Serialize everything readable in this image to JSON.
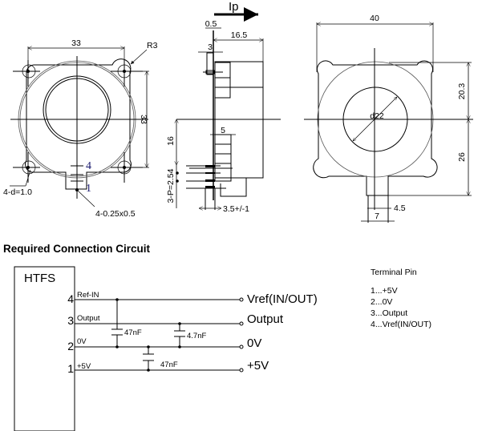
{
  "front_view": {
    "width_dim": "33",
    "height_dim": "33",
    "corner_radius": "R3",
    "hole_note": "4-d=1.0",
    "pin_note": "4-0.25x0.5",
    "pin_top_label": "4",
    "pin_bottom_label": "1"
  },
  "side_view": {
    "current_label": "Ip",
    "thickness_dim": "0.5",
    "depth_dim": "16.5",
    "pin_offset_dim": "3",
    "body_dim": "5",
    "height_dim": "16",
    "pitch_dim": "3-P=2.54",
    "pin_length_dim": "3.5+/-1"
  },
  "rear_view": {
    "width_dim": "40",
    "upper_height_dim": "20.3",
    "lower_height_dim": "26",
    "aperture_dim": "d22",
    "tab_inner_dim": "4.5",
    "tab_outer_dim": "7"
  },
  "circuit": {
    "title": "Required Connection Circuit",
    "device_label": "HTFS",
    "pins": [
      {
        "number": "4",
        "name": "Ref-IN",
        "terminal": "Vref(IN/OUT)"
      },
      {
        "number": "3",
        "name": "Output",
        "terminal": "Output"
      },
      {
        "number": "2",
        "name": "0V",
        "terminal": "0V"
      },
      {
        "number": "1",
        "name": "+5V",
        "terminal": "+5V"
      }
    ],
    "capacitors": [
      {
        "label": "47nF",
        "between": "Ref-IN / 0V"
      },
      {
        "label": "4.7nF",
        "between": "Output / 0V"
      },
      {
        "label": "47nF",
        "between": "0V / +5V"
      }
    ]
  },
  "terminal_pin_table": {
    "title": "Terminal Pin",
    "rows": [
      "1...+5V",
      "2...0V",
      "3...Output",
      "4...Vref(IN/OUT)"
    ]
  }
}
